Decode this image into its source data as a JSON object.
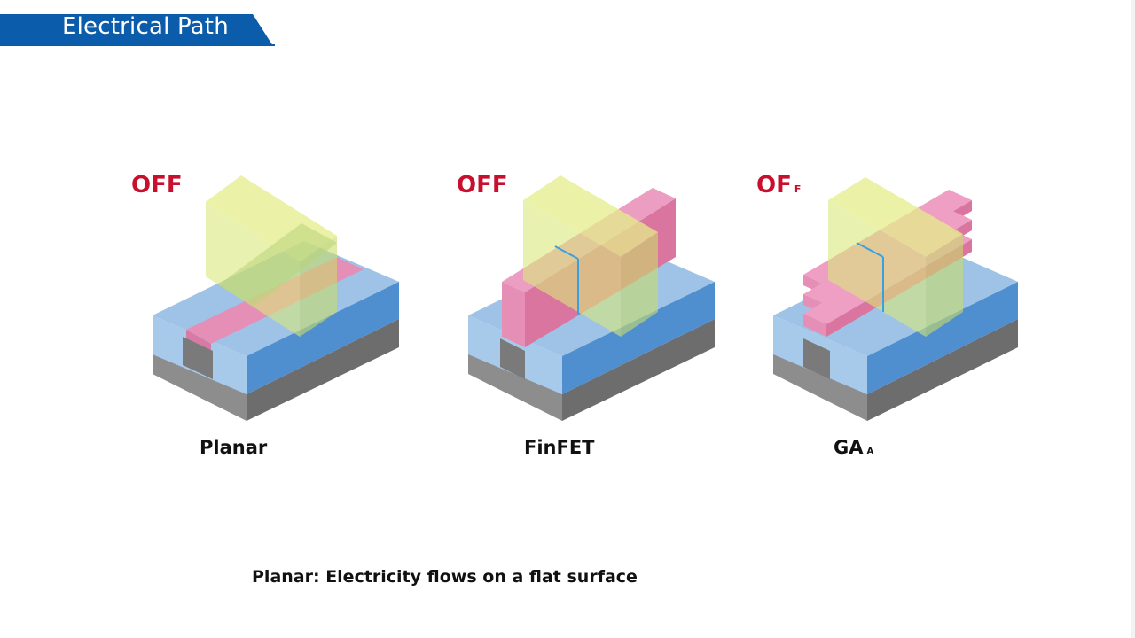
{
  "header": {
    "title": "Electrical Path"
  },
  "diagrams": [
    {
      "state": "OFF",
      "state_suffix": "",
      "name": "Planar",
      "name_suffix": ""
    },
    {
      "state": "OFF",
      "state_suffix": "",
      "name": "FinFET",
      "name_suffix": ""
    },
    {
      "state": "OF",
      "state_suffix": "F",
      "name": "GA",
      "name_suffix": "A"
    }
  ],
  "caption": "Planar: Electricity flows on a flat surface",
  "colors": {
    "banner": "#0b5cab",
    "off_text": "#c8102e",
    "silicon_blue": "#5a9ad9",
    "channel_pink": "#e58fb6",
    "gate_yellow": "#e4ee8a",
    "substrate_gray": "#8a8a8a"
  }
}
